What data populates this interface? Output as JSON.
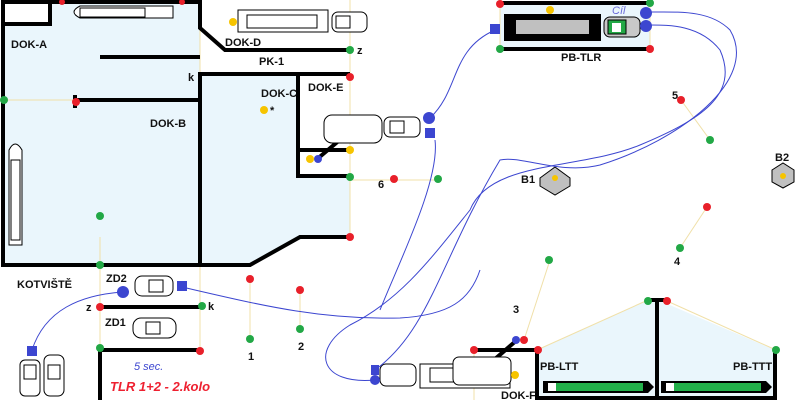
{
  "docks": {
    "dok_a": "DOK-A",
    "dok_b": "DOK-B",
    "dok_c": "DOK-C",
    "dok_d": "DOK-D",
    "dok_e": "DOK-E",
    "dok_f": "DOK-F",
    "pk1": "PK-1",
    "kotviste": "KOTVIŠTĚ",
    "zd1": "ZD1",
    "zd2": "ZD2",
    "pb_tlr": "PB-TLR",
    "pb_ltt": "PB-LTT",
    "pb_ttt": "PB-TTT"
  },
  "markers": {
    "k1": "k",
    "z1": "z",
    "z2": "z",
    "k2": "k",
    "star": "*"
  },
  "buoys": {
    "b1": "B1",
    "b2": "B2"
  },
  "lines": [
    "1",
    "2",
    "3",
    "4",
    "5",
    "6"
  ],
  "target_label": "Cíl",
  "timer": "5 sec.",
  "status": "TLR 1+2 - 2.kolo",
  "colors": {
    "water": "#eaf6fc",
    "route": "#3c46d0",
    "red": "#e8202a",
    "green": "#22a846",
    "yellow": "#f6c400",
    "status": "#ee2030",
    "barge_green": "#22b04a"
  }
}
